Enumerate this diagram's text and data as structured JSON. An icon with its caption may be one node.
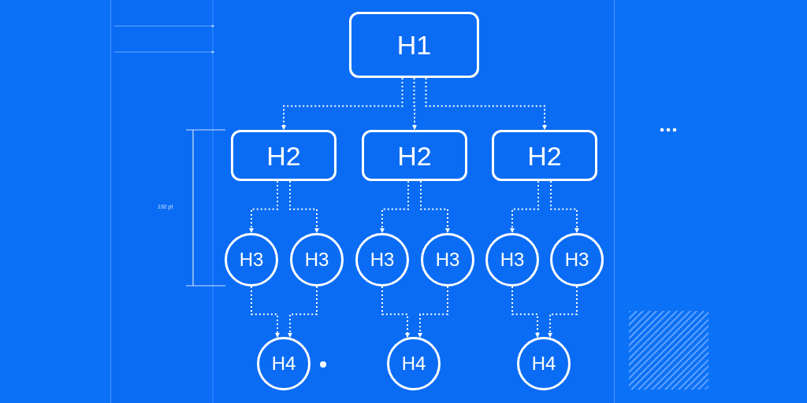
{
  "diagram": {
    "nodes": [
      {
        "text": [
          "H1"
        ]
      },
      {
        "text": [
          "H2"
        ]
      },
      {
        "text": [
          "H2"
        ]
      },
      {
        "text": [
          "H2"
        ]
      },
      {
        "text": [
          "H3"
        ]
      },
      {
        "text": [
          "H3"
        ]
      },
      {
        "text": [
          "H3"
        ]
      },
      {
        "text": [
          "H3"
        ]
      },
      {
        "text": [
          "H3"
        ]
      },
      {
        "text": [
          "H3"
        ]
      },
      {
        "text": [
          "H4"
        ]
      },
      {
        "text": [
          "H4"
        ]
      },
      {
        "text": [
          "H4"
        ]
      },
      {
        "text": [],
        "shape": "box"
      }
    ],
    "edges": [
      {
        "from": 0,
        "to": 1,
        "arrow": "to",
        "style": "dashed"
      },
      {
        "from": 0,
        "to": 2,
        "arrow": "to",
        "style": "dashed"
      },
      {
        "from": 0,
        "to": 3,
        "arrow": "to",
        "style": "dashed"
      },
      {
        "from": 1,
        "to": 4,
        "arrow": "to",
        "style": "dashed"
      },
      {
        "from": 1,
        "to": 5,
        "arrow": "to",
        "style": "dashed"
      },
      {
        "from": 2,
        "to": 6,
        "arrow": "to",
        "style": "dashed"
      },
      {
        "from": 2,
        "to": 7,
        "arrow": "to",
        "style": "dashed"
      },
      {
        "from": 3,
        "to": 8,
        "arrow": "to",
        "style": "dashed"
      },
      {
        "from": 3,
        "to": 9,
        "arrow": "to",
        "style": "dashed"
      },
      {
        "from": 4,
        "to": 10,
        "arrow": "to",
        "style": "dashed"
      },
      {
        "from": 5,
        "to": 10,
        "arrow": "to",
        "style": "dashed"
      },
      {
        "from": 6,
        "to": 11,
        "arrow": "to",
        "style": "dashed"
      },
      {
        "from": 7,
        "to": 11,
        "arrow": "to",
        "style": "dashed"
      },
      {
        "from": 8,
        "to": 12,
        "arrow": "to",
        "style": "dashed"
      },
      {
        "from": 9,
        "to": 12,
        "arrow": "to",
        "style": "dashed"
      }
    ],
    "labels": [
      "192 pt"
    ]
  }
}
